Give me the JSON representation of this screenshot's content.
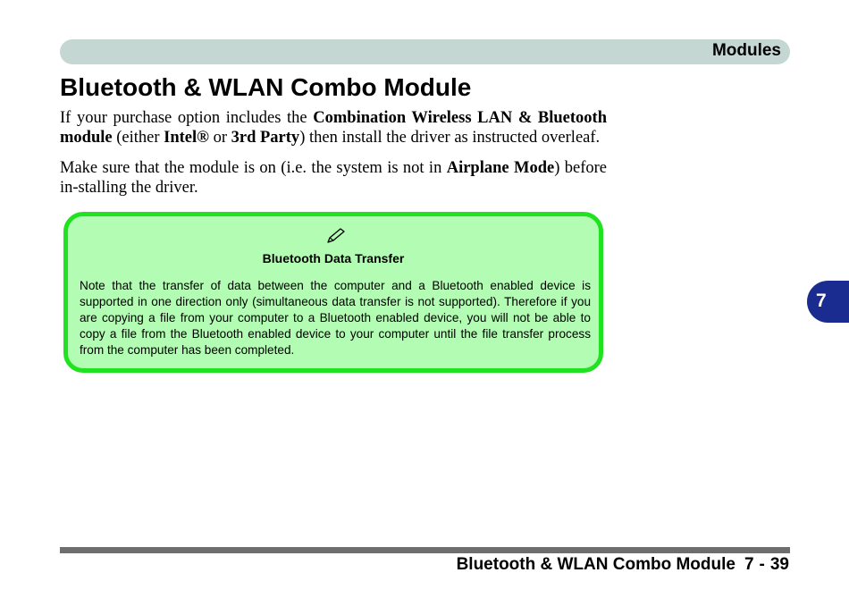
{
  "header": {
    "section_title": "Modules"
  },
  "page_title": "Bluetooth & WLAN Combo Module",
  "paragraph1": {
    "t1": "If your purchase option includes the ",
    "b1": "Combination Wireless LAN & Bluetooth module",
    "t2": " (either ",
    "b2": "Intel®",
    "t3": " or ",
    "b3": "3rd Party",
    "t4": ") then install the driver as instructed overleaf."
  },
  "paragraph2": {
    "t1": "Make sure that the module is on (i.e. the system is not in ",
    "b1": "Airplane Mode",
    "t2": ") before in-stalling the driver."
  },
  "note": {
    "icon": "pencil-icon",
    "title": "Bluetooth Data Transfer",
    "body": "Note that the transfer of data between the computer and a Bluetooth enabled device is supported in one direction only (simultaneous data transfer is not supported). Therefore if you are copying a file from your computer to a Bluetooth enabled device, you will not be able to copy a file from the Bluetooth enabled device to your computer until the file transfer process from the computer has been completed."
  },
  "chapter_tab": {
    "number": "7"
  },
  "footer": {
    "section": "Bluetooth & WLAN Combo Module",
    "chapter": "7",
    "separator": "-",
    "page": "39"
  },
  "colors": {
    "header_bar": "#c5d7d3",
    "note_background": "#b3fcb3",
    "note_border": "#21e221",
    "chapter_tab": "#1b2c90",
    "footer_rule": "#6e6e6e"
  }
}
